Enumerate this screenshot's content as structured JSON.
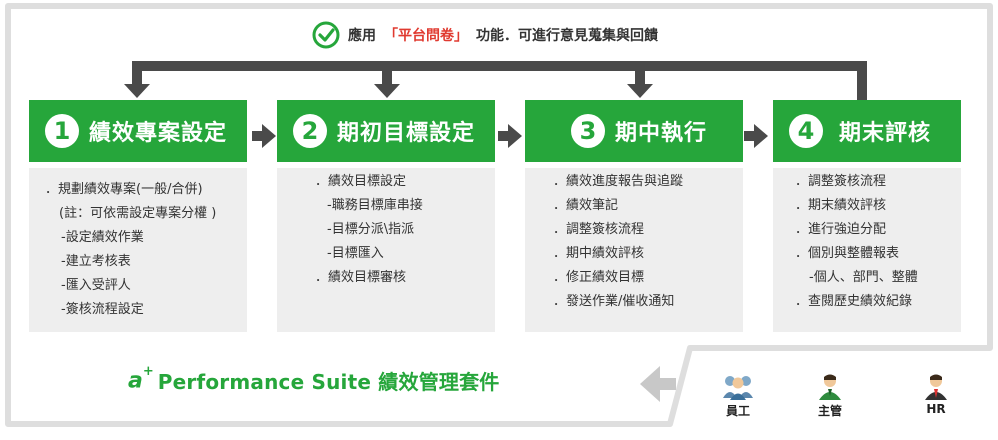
{
  "header": {
    "prefix": "應用",
    "highlight": "「平台問卷」",
    "suffix": "功能．可進行意見蒐集與回饋"
  },
  "stages": [
    {
      "num": "1",
      "title": "績效專案設定",
      "items": [
        "．規劃績效專案(一般/合併)",
        "(註：可依需設定專案分權 )",
        "-設定績效作業",
        "-建立考核表",
        "-匯入受評人",
        "-簽核流程設定"
      ]
    },
    {
      "num": "2",
      "title": "期初目標設定",
      "items": [
        "．績效目標設定",
        "-職務目標庫串接",
        "-目標分派\\指派",
        "-目標匯入",
        "．績效目標審核"
      ]
    },
    {
      "num": "3",
      "title": "期中執行",
      "items": [
        "．績效進度報告與追蹤",
        "．績效筆記",
        "．調整簽核流程",
        "．期中績效評核",
        "．修正績效目標",
        "．發送作業/催收通知"
      ]
    },
    {
      "num": "4",
      "title": "期末評核",
      "items": [
        "．調整簽核流程",
        "．期末績效評核",
        "．進行強迫分配",
        "．個別與整體報表",
        "-個人、部門、整體",
        "．查閱歷史績效紀錄"
      ]
    }
  ],
  "brand": {
    "logo": "a",
    "logo_sup": "+",
    "name": "Performance Suite 績效管理套件"
  },
  "roles": [
    {
      "label": "員工",
      "icon": "employees-icon"
    },
    {
      "label": "主管",
      "icon": "manager-icon"
    },
    {
      "label": "HR",
      "icon": "hr-icon"
    }
  ],
  "colors": {
    "green": "#26a63b",
    "arrow": "#4a4a4a",
    "frame": "#dddddd",
    "body": "#eeeeee",
    "highlight": "#e03a30"
  }
}
